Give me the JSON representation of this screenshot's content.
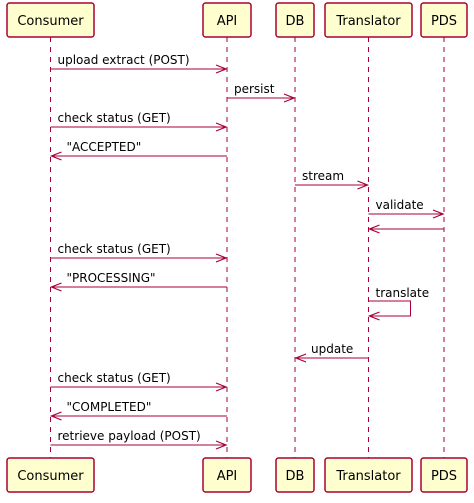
{
  "diagram": {
    "participants": [
      {
        "id": "consumer",
        "label": "Consumer"
      },
      {
        "id": "api",
        "label": "API"
      },
      {
        "id": "db",
        "label": "DB"
      },
      {
        "id": "translator",
        "label": "Translator"
      },
      {
        "id": "pds",
        "label": "PDS"
      }
    ],
    "messages": [
      {
        "from": "consumer",
        "to": "api",
        "label": "upload extract (POST)"
      },
      {
        "from": "api",
        "to": "db",
        "label": "persist"
      },
      {
        "from": "consumer",
        "to": "api",
        "label": "check status (GET)"
      },
      {
        "from": "api",
        "to": "consumer",
        "label": "\"ACCEPTED\""
      },
      {
        "from": "db",
        "to": "translator",
        "label": "stream"
      },
      {
        "from": "translator",
        "to": "pds",
        "label": "validate"
      },
      {
        "from": "pds",
        "to": "translator",
        "label": ""
      },
      {
        "from": "consumer",
        "to": "api",
        "label": "check status (GET)"
      },
      {
        "from": "api",
        "to": "consumer",
        "label": "\"PROCESSING\""
      },
      {
        "from": "translator",
        "to": "translator",
        "label": "translate"
      },
      {
        "from": "translator",
        "to": "db",
        "label": "update"
      },
      {
        "from": "consumer",
        "to": "api",
        "label": "check status (GET)"
      },
      {
        "from": "api",
        "to": "consumer",
        "label": "\"COMPLETED\""
      },
      {
        "from": "consumer",
        "to": "api",
        "label": "retrieve payload (POST)"
      }
    ]
  }
}
